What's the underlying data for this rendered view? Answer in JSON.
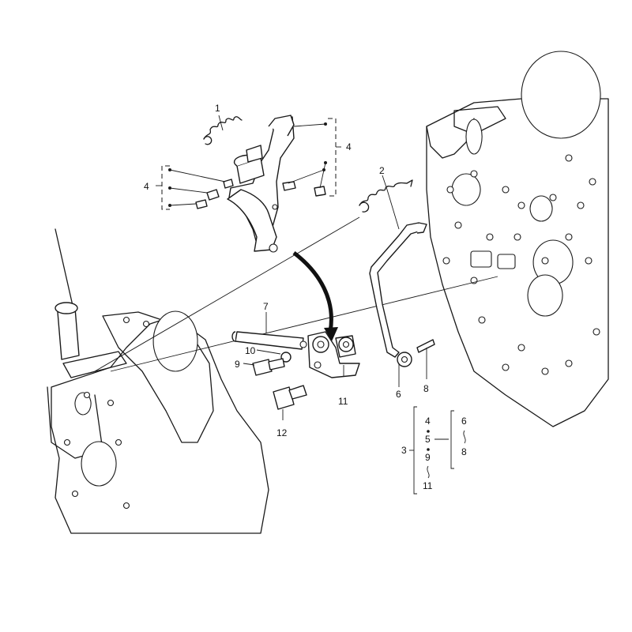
{
  "callouts": {
    "c1": "1",
    "c2": "2",
    "c4a": "4",
    "c4b": "4",
    "c7": "7",
    "c10": "10",
    "c9": "9",
    "c11": "11",
    "c6": "6",
    "c8": "8",
    "c12": "12"
  },
  "legend": {
    "group": "3",
    "items": [
      "4",
      "5",
      "9",
      "11"
    ],
    "sub_from": "6",
    "sub_to": "8"
  }
}
